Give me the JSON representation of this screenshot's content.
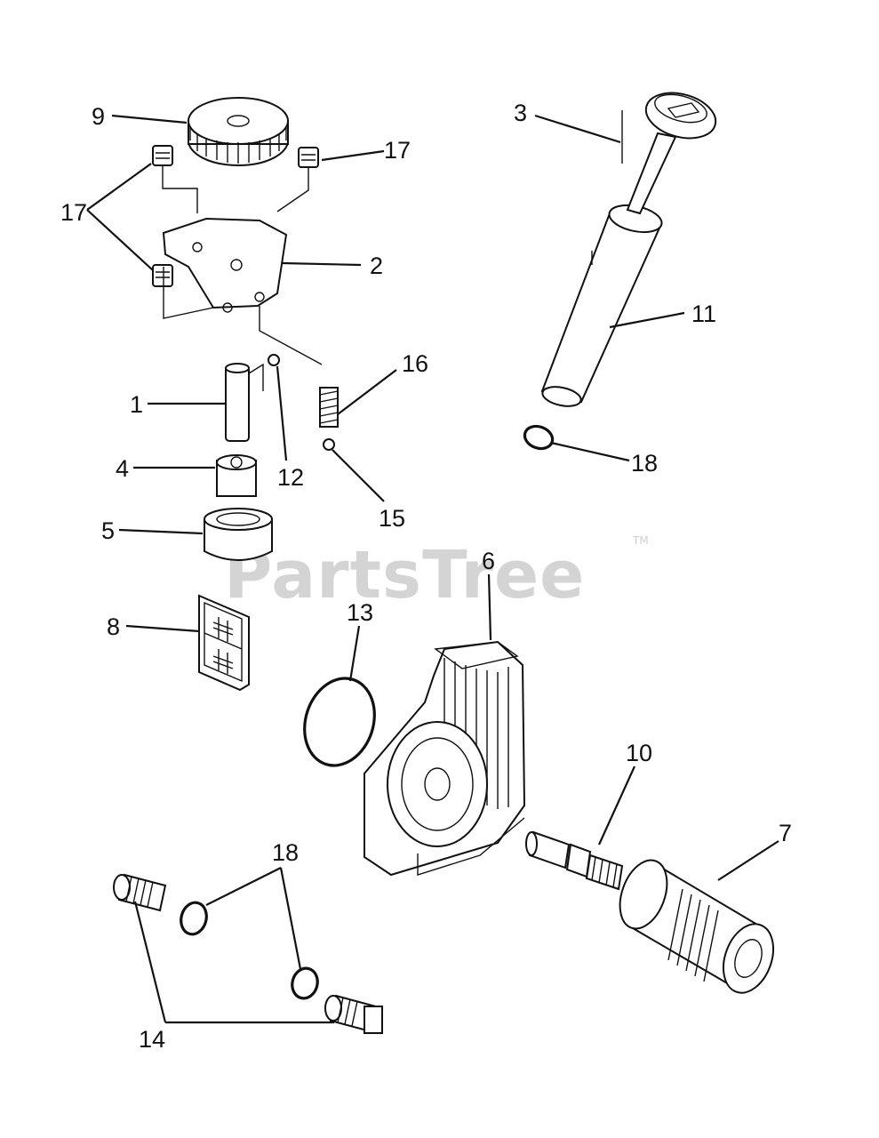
{
  "watermark": {
    "text": "PartsTree",
    "trademark": "TM"
  },
  "callouts": {
    "c1": "1",
    "c2": "2",
    "c3": "3",
    "c4": "4",
    "c5": "5",
    "c6": "6",
    "c7": "7",
    "c8": "8",
    "c9": "9",
    "c10": "10",
    "c11": "11",
    "c12": "12",
    "c13": "13",
    "c14": "14",
    "c15": "15",
    "c16": "16",
    "c17a": "17",
    "c17b": "17",
    "c18a": "18",
    "c18b": "18"
  }
}
